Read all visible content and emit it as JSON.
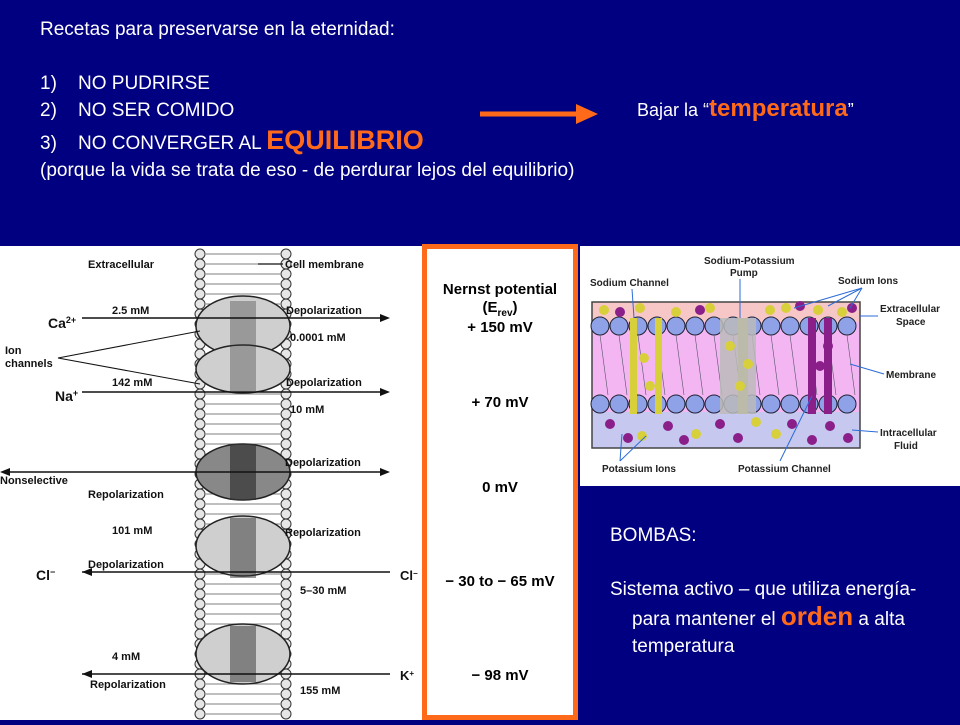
{
  "slide": {
    "heading": "Recetas para preservarse en la eternidad:",
    "list": [
      {
        "num": "1)",
        "text": "NO PUDRIRSE",
        "emph": ""
      },
      {
        "num": "2)",
        "text": "NO SER COMIDO",
        "emph": ""
      },
      {
        "num": "3)",
        "text": "NO CONVERGER AL ",
        "emph": "EQUILIBRIO"
      }
    ],
    "note": "(porque la vida se trata de eso - de perdurar lejos del equilibrio)",
    "arrow_target": {
      "prefix": "Bajar la “",
      "emph": "temperatura",
      "suffix": "”"
    },
    "bombas": {
      "title": "BOMBAS:",
      "line1": "Sistema activo – que utiliza energía- para mantener el ",
      "emph": "orden",
      "line2": " a alta temperatura"
    }
  },
  "left_figure": {
    "extracellular": "Extracellular",
    "cell_membrane": "Cell membrane",
    "ion_channels_line1": "Ion",
    "ion_channels_line2": "channels",
    "ca": {
      "ion": "Ca",
      "charge": "2+",
      "out_conc": "2.5 mM",
      "in_conc": "0.0001 mM",
      "effect": "Depolarization"
    },
    "na": {
      "ion": "Na",
      "charge": "+",
      "out_conc": "142 mM",
      "in_conc": "10 mM",
      "effect": "Depolarization"
    },
    "nonsel": {
      "label": "Nonselective",
      "effect_top": "Depolarization",
      "effect_bottom": "Repolarization"
    },
    "cl": {
      "ion": "Cl",
      "charge": "−",
      "out_conc": "101 mM",
      "in_conc": "5–30 mM",
      "effect_top": "Repolarization",
      "effect_bottom": "Depolarization"
    },
    "k": {
      "ion": "K",
      "charge": "+",
      "out_conc": "4 mM",
      "in_conc": "155 mM",
      "effect": "Repolarization"
    }
  },
  "nernst": {
    "title_line1": "Nernst potential",
    "title_line2": "(E",
    "title_sub": "rev",
    "title_end": ")",
    "values": [
      "+ 150 mV",
      "+ 70 mV",
      "0 mV",
      "− 30 to − 65 mV",
      "− 98 mV"
    ]
  },
  "right_figure": {
    "sodium_channel": "Sodium Channel",
    "pump_line1": "Sodium-Potassium",
    "pump_line2": "Pump",
    "sodium_ions": "Sodium Ions",
    "extra_line1": "Extracellular",
    "extra_line2": "Space",
    "membrane": "Membrane",
    "intra_line1": "Intracellular",
    "intra_line2": "Fluid",
    "potassium_ions": "Potassium Ions",
    "potassium_channel": "Potassium Channel"
  },
  "colors": {
    "accent": "#ff6a1a",
    "background": "#000080"
  }
}
